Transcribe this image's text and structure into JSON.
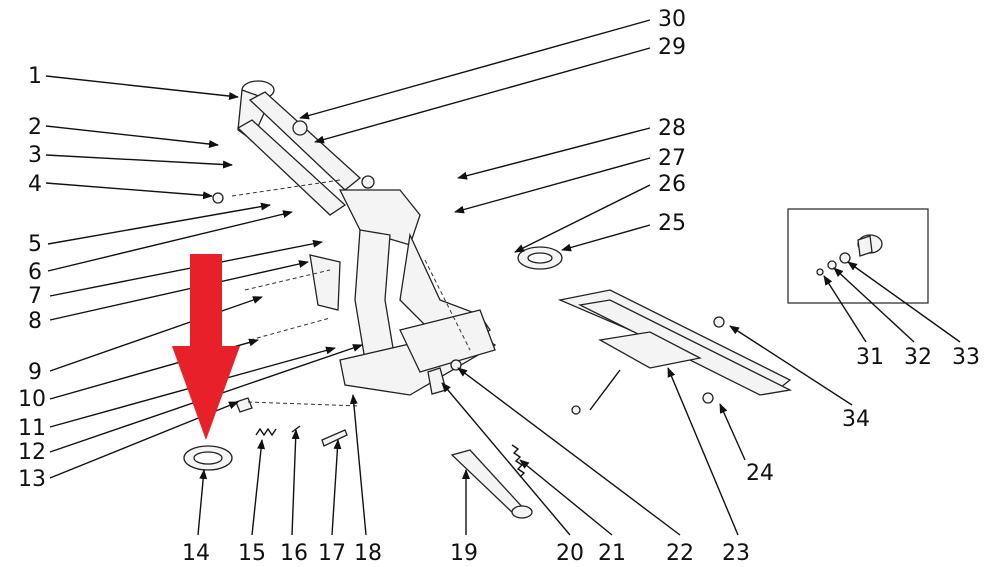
{
  "diagram": {
    "part_numbers": [
      "1",
      "2",
      "3",
      "4",
      "5",
      "6",
      "7",
      "8",
      "9",
      "10",
      "11",
      "12",
      "13",
      "14",
      "15",
      "16",
      "17",
      "18",
      "19",
      "20",
      "21",
      "22",
      "23",
      "24",
      "25",
      "26",
      "27",
      "28",
      "29",
      "30",
      "31",
      "32",
      "33",
      "34"
    ],
    "highlight_arrow_color": "#e8202a",
    "inset_box": true,
    "highlight_target_part": "14"
  }
}
